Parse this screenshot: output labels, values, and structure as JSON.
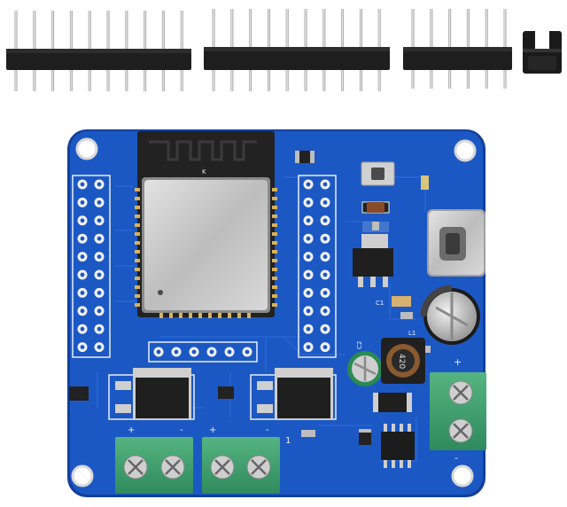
{
  "silkscreen": {
    "c1": "C1",
    "c2": "C2",
    "l1": "L1",
    "plus_left": "+",
    "minus_left": "-",
    "plus_mid": "+",
    "minus_mid": "-",
    "mark_1": "1",
    "plus_right": "+",
    "minus_right": "-",
    "module_k": "K",
    "inductor_code": "420"
  },
  "colors": {
    "pcb": "#1c58c4",
    "pcb_edge": "#123f9a",
    "terminal": "#3f9f6d",
    "header_plastic": "#1e1e1e",
    "pin_metal": "#c7c7c7",
    "module_shield": "#c9c9c9"
  }
}
